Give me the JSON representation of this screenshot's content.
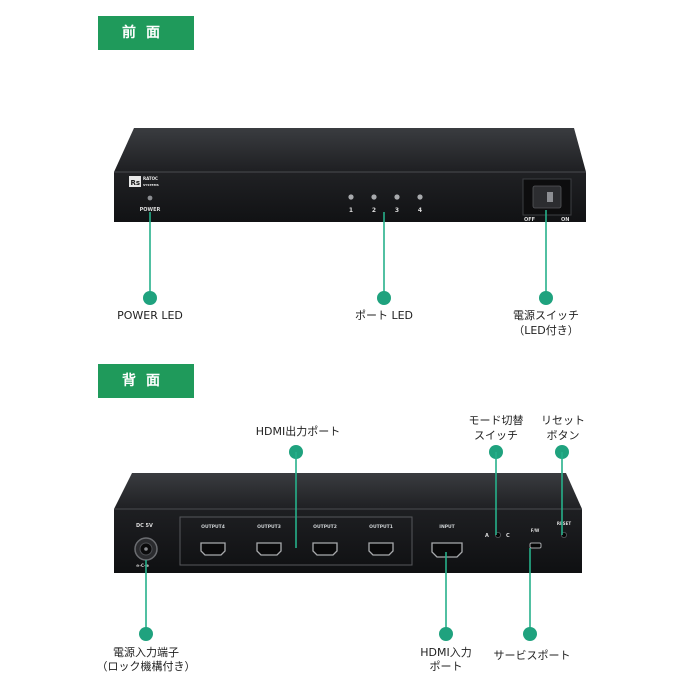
{
  "front": {
    "tag": "前面",
    "brand": "RATOC",
    "brand_sub": "SYSTEMS",
    "power_text": "POWER",
    "port_numbers": [
      "1",
      "2",
      "3",
      "4"
    ],
    "switch_off": "OFF",
    "switch_on": "ON",
    "labels": {
      "power_led": "POWER LED",
      "port_led": "ポート LED",
      "power_switch_line1": "電源スイッチ",
      "power_switch_line2": "（LED付き）"
    }
  },
  "back": {
    "tag": "背面",
    "dc_text": "DC 5V",
    "outputs": [
      "OUTPUT4",
      "OUTPUT3",
      "OUTPUT2",
      "OUTPUT1"
    ],
    "input_text": "INPUT",
    "mode_a": "A",
    "mode_c": "C",
    "fw_text": "F/W",
    "reset_text": "RESET",
    "labels": {
      "hdmi_output": "HDMI出力ポート",
      "mode_switch_line1": "モード切替",
      "mode_switch_line2": "スイッチ",
      "reset_line1": "リセット",
      "reset_line2": "ボタン",
      "power_input_line1": "電源入力端子",
      "power_input_line2": "（ロック機構付き）",
      "hdmi_input_line1": "HDMI入力",
      "hdmi_input_line2": "ポート",
      "service_port": "サービスポート"
    }
  },
  "colors": {
    "tag_green": "#1f9a5b",
    "callout_green": "#26b08a",
    "device_dark": "#1c1d1f"
  }
}
